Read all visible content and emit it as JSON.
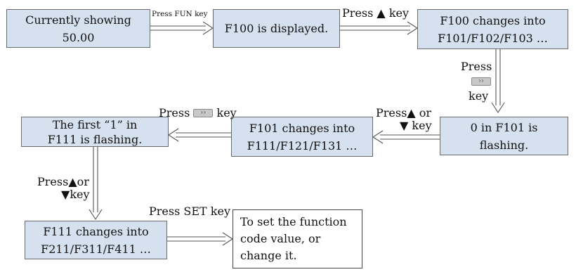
{
  "colors": {
    "box_fill": "#d5e1ef",
    "box_border": "#6a6a6a",
    "arrow": "#555555"
  },
  "boxes": {
    "b1": {
      "lines": [
        "Currently showing",
        "50.00"
      ]
    },
    "b2": {
      "lines": [
        "F100 is displayed."
      ]
    },
    "b3": {
      "lines": [
        "F100 changes into",
        "F101/F102/F103 …"
      ]
    },
    "b4": {
      "lines": [
        "0 in F101 is",
        "flashing."
      ]
    },
    "b5": {
      "lines": [
        "F101 changes into",
        "F111/F121/F131 …"
      ]
    },
    "b6": {
      "lines": [
        "The first “1” in",
        "F111 is flashing."
      ]
    },
    "b7": {
      "lines": [
        "F111 changes into",
        "F211/F311/F411 …"
      ]
    },
    "b8": {
      "lines": [
        "To set the function",
        "code value, or",
        "change it."
      ]
    }
  },
  "labels": {
    "fun": "Press FUN key",
    "up_press": "Press",
    "up_key": "key",
    "shift_press": "Press",
    "shift_key": "key",
    "updown1_press": "Press",
    "updown1_or": "or",
    "updown1_key": "key",
    "shift2_press": "Press",
    "shift2_key": "key",
    "updown2_press": "Press",
    "updown2_or": "or",
    "updown2_key": "key",
    "set": "Press SET key"
  },
  "icons": {
    "up_arrow": "▲",
    "down_arrow": "▼",
    "shift_key": "››"
  }
}
